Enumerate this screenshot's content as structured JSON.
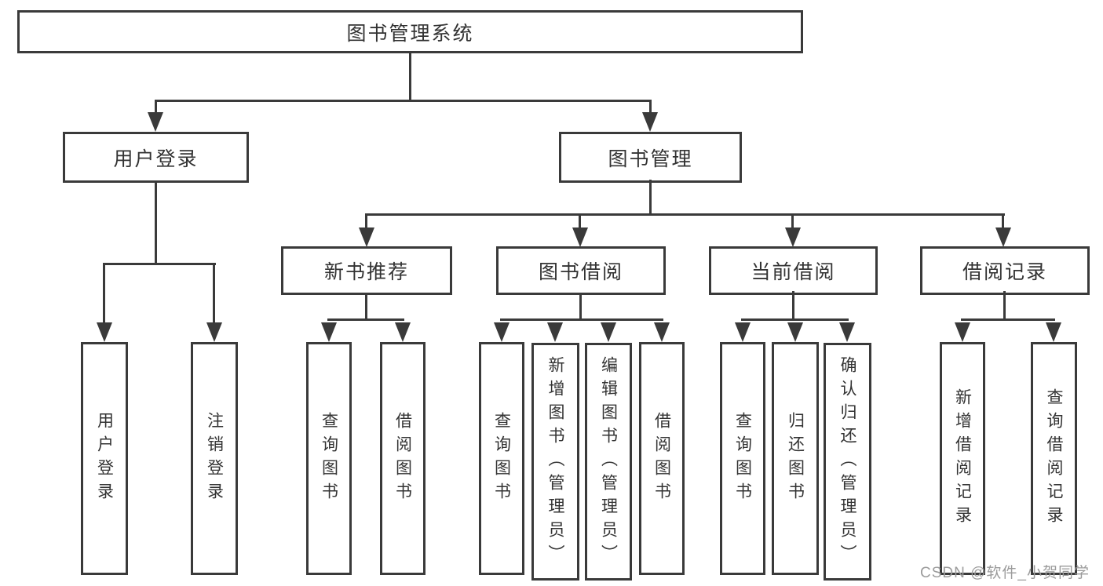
{
  "diagram": {
    "title": "图书管理系统",
    "tree": {
      "label": "图书管理系统",
      "children": [
        {
          "label": "用户登录",
          "children": [
            {
              "label": "用户登录"
            },
            {
              "label": "注销登录"
            }
          ]
        },
        {
          "label": "图书管理",
          "children": [
            {
              "label": "新书推荐",
              "children": [
                {
                  "label": "查询图书"
                },
                {
                  "label": "借阅图书"
                }
              ]
            },
            {
              "label": "图书借阅",
              "children": [
                {
                  "label": "查询图书"
                },
                {
                  "label": "新增图书（管理员）"
                },
                {
                  "label": "编辑图书（管理员）"
                },
                {
                  "label": "借阅图书"
                }
              ]
            },
            {
              "label": "当前借阅",
              "children": [
                {
                  "label": "查询图书"
                },
                {
                  "label": "归还图书"
                },
                {
                  "label": "确认归还（管理员）"
                }
              ]
            },
            {
              "label": "借阅记录",
              "children": [
                {
                  "label": "新增借阅记录"
                },
                {
                  "label": "查询借阅记录"
                }
              ]
            }
          ]
        }
      ]
    }
  },
  "watermark": {
    "text": "CSDN @软件_小贺同学"
  },
  "colors": {
    "line": "#3a3a3a",
    "text": "#333333",
    "watermark": "#9b9b9b",
    "background": "#ffffff"
  }
}
